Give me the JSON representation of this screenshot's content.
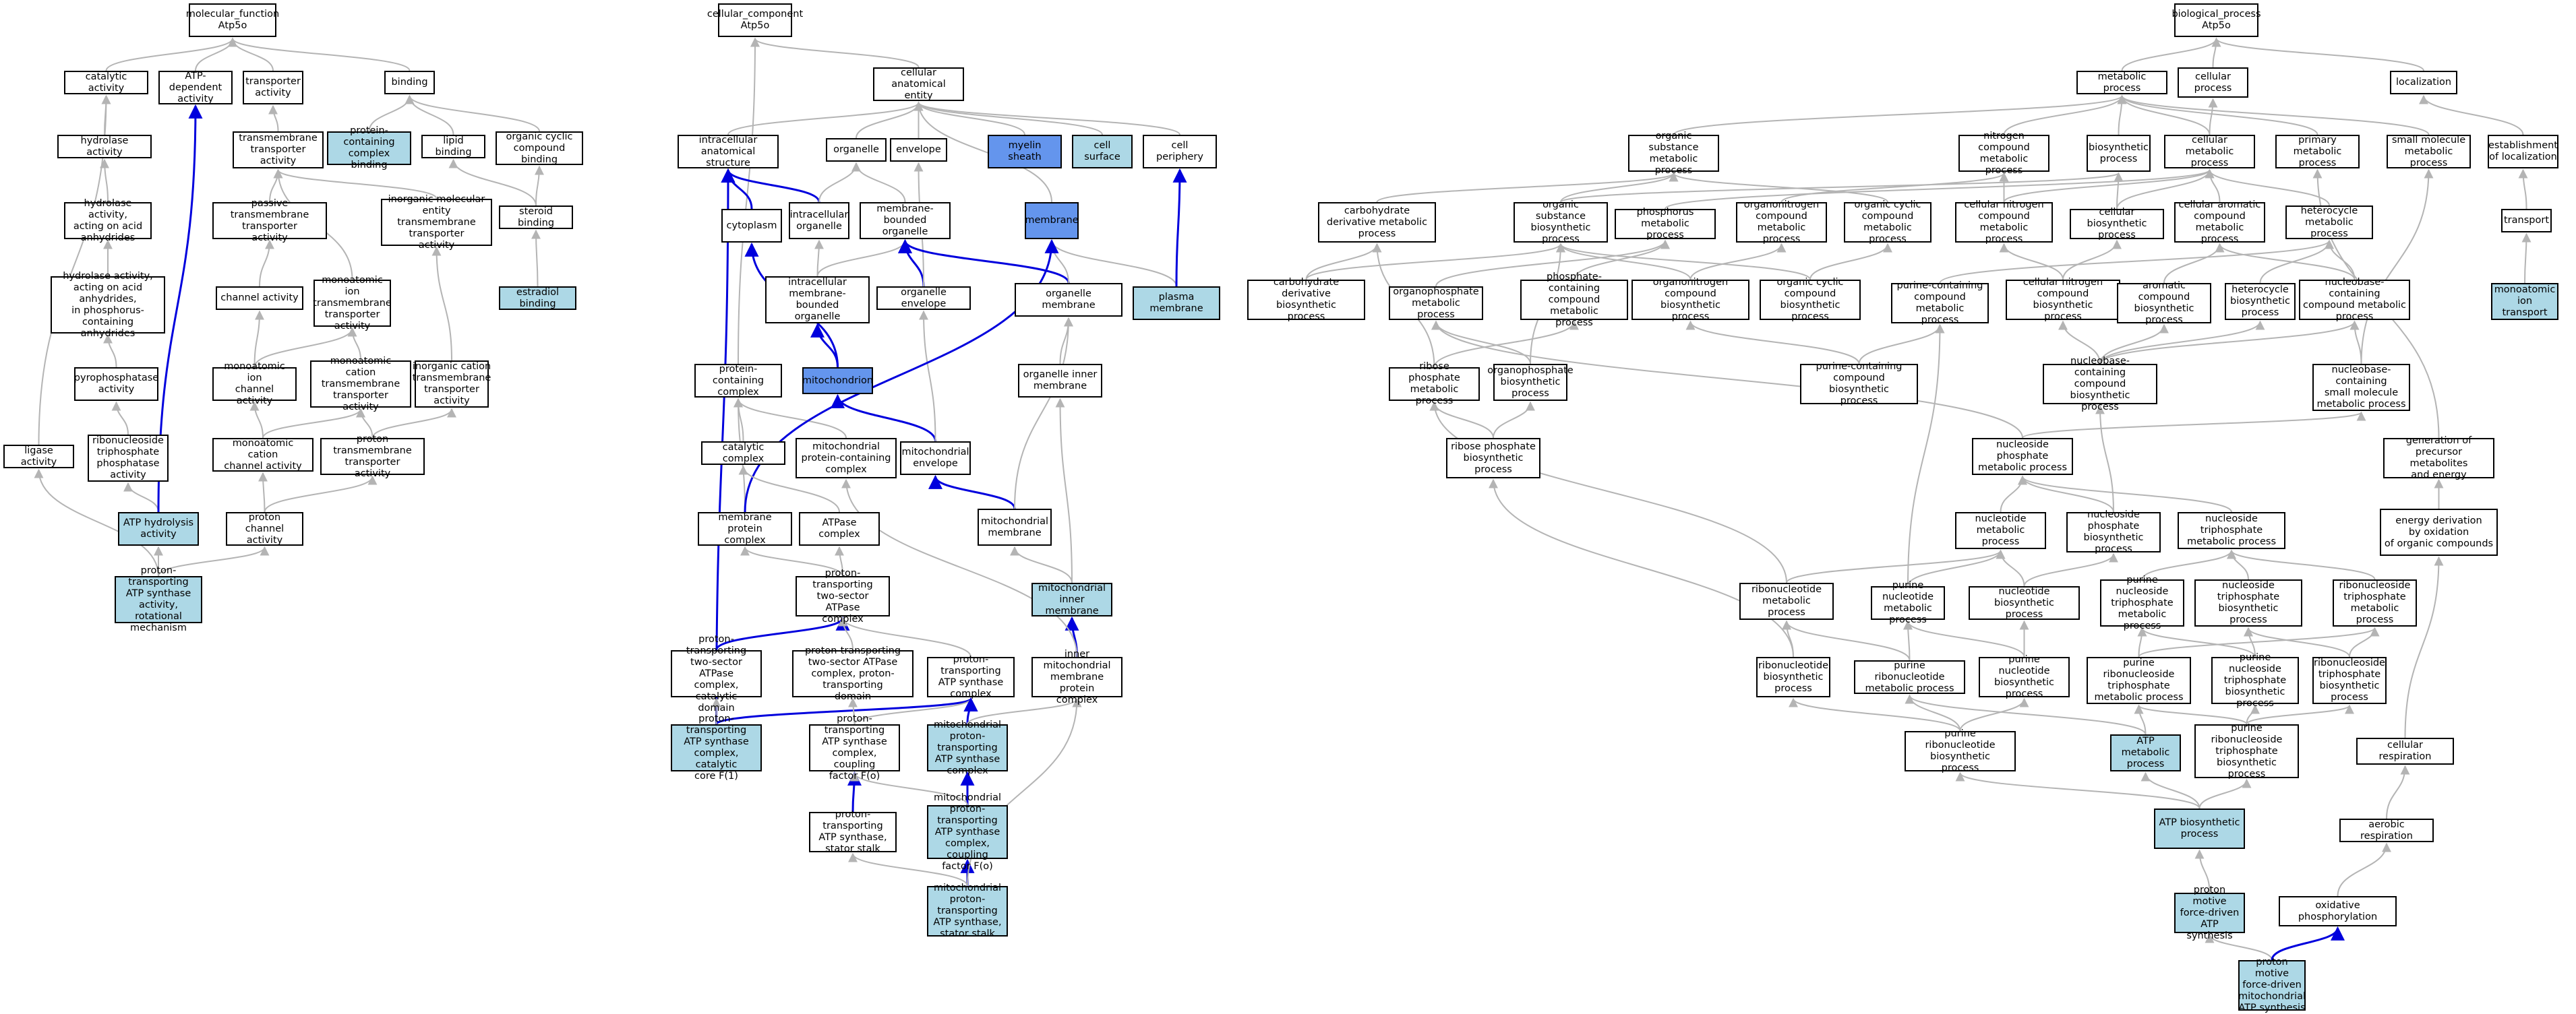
{
  "colors": {
    "default": "#ffffff",
    "annotated": "#add8e6",
    "focus": "#6495ed",
    "edge_normal": "#b4b4b4",
    "edge_highlight": "#0000dd"
  },
  "nodes": [
    {
      "id": "mf",
      "label": "molecular_function\nAtp5o",
      "fill": "default"
    },
    {
      "id": "cat",
      "label": "catalytic activity",
      "fill": "default"
    },
    {
      "id": "atpdep",
      "label": "ATP-dependent\nactivity",
      "fill": "default"
    },
    {
      "id": "trans",
      "label": "transporter\nactivity",
      "fill": "default"
    },
    {
      "id": "binding",
      "label": "binding",
      "fill": "default"
    },
    {
      "id": "hydro",
      "label": "hydrolase activity",
      "fill": "default"
    },
    {
      "id": "tmt",
      "label": "transmembrane\ntransporter\nactivity",
      "fill": "default"
    },
    {
      "id": "pcb",
      "label": "protein-containing\ncomplex binding",
      "fill": "annotated"
    },
    {
      "id": "lipid",
      "label": "lipid binding",
      "fill": "default"
    },
    {
      "id": "ocyc",
      "label": "organic cyclic\ncompound binding",
      "fill": "default"
    },
    {
      "id": "hyacid",
      "label": "hydrolase activity,\nacting on acid\nanhydrides",
      "fill": "default"
    },
    {
      "id": "passive",
      "label": "passive transmembrane\ntransporter\nactivity",
      "fill": "default"
    },
    {
      "id": "inorgmol",
      "label": "inorganic molecular\nentity transmembrane\ntransporter\nactivity",
      "fill": "default"
    },
    {
      "id": "steroid",
      "label": "steroid binding",
      "fill": "default"
    },
    {
      "id": "hyphos",
      "label": "hydrolase activity,\nacting on acid\nanhydrides,\nin phosphorus-containing\nanhydrides",
      "fill": "default"
    },
    {
      "id": "channel",
      "label": "channel activity",
      "fill": "default"
    },
    {
      "id": "monoion",
      "label": "monoatomic ion\ntransmembrane\ntransporter\nactivity",
      "fill": "default"
    },
    {
      "id": "estradiol",
      "label": "estradiol binding",
      "fill": "annotated"
    },
    {
      "id": "pyro",
      "label": "pyrophosphatase\nactivity",
      "fill": "default"
    },
    {
      "id": "monoionch",
      "label": "monoatomic ion\nchannel activity",
      "fill": "default"
    },
    {
      "id": "monocat",
      "label": "monoatomic cation\ntransmembrane\ntransporter\nactivity",
      "fill": "default"
    },
    {
      "id": "inorgcat",
      "label": "inorganic cation\ntransmembrane\ntransporter\nactivity",
      "fill": "default"
    },
    {
      "id": "ligase",
      "label": "ligase activity",
      "fill": "default"
    },
    {
      "id": "rntp",
      "label": "ribonucleoside\ntriphosphate\nphosphatase\nactivity",
      "fill": "default"
    },
    {
      "id": "monocatch",
      "label": "monoatomic cation\nchannel activity",
      "fill": "default"
    },
    {
      "id": "protontmt",
      "label": "proton transmembrane\ntransporter\nactivity",
      "fill": "default"
    },
    {
      "id": "atphyd",
      "label": "ATP hydrolysis\nactivity",
      "fill": "annotated"
    },
    {
      "id": "protonch",
      "label": "proton channel\nactivity",
      "fill": "default"
    },
    {
      "id": "ptrot",
      "label": "proton-transporting\nATP synthase\nactivity, rotational\nmechanism",
      "fill": "annotated"
    },
    {
      "id": "cc",
      "label": "cellular_component\nAtp5o",
      "fill": "default"
    },
    {
      "id": "cae",
      "label": "cellular anatomical\nentity",
      "fill": "default"
    },
    {
      "id": "ias",
      "label": "intracellular\nanatomical structure",
      "fill": "default"
    },
    {
      "id": "organelle",
      "label": "organelle",
      "fill": "default"
    },
    {
      "id": "envelope",
      "label": "envelope",
      "fill": "default"
    },
    {
      "id": "myelin",
      "label": "myelin sheath",
      "fill": "focus"
    },
    {
      "id": "cellsurf",
      "label": "cell surface",
      "fill": "annotated"
    },
    {
      "id": "cellper",
      "label": "cell periphery",
      "fill": "default"
    },
    {
      "id": "cytoplasm",
      "label": "cytoplasm",
      "fill": "default"
    },
    {
      "id": "intraorg",
      "label": "intracellular\norganelle",
      "fill": "default"
    },
    {
      "id": "mbo",
      "label": "membrane-bounded\norganelle",
      "fill": "default"
    },
    {
      "id": "membrane",
      "label": "membrane",
      "fill": "focus"
    },
    {
      "id": "imbo",
      "label": "intracellular\nmembrane-bounded\norganelle",
      "fill": "default"
    },
    {
      "id": "orgenv",
      "label": "organelle envelope",
      "fill": "default"
    },
    {
      "id": "orgmem",
      "label": "organelle membrane",
      "fill": "default"
    },
    {
      "id": "plasmamem",
      "label": "plasma membrane",
      "fill": "annotated"
    },
    {
      "id": "pcc",
      "label": "protein-containing\ncomplex",
      "fill": "default"
    },
    {
      "id": "mito",
      "label": "mitochondrion",
      "fill": "focus"
    },
    {
      "id": "orginner",
      "label": "organelle inner\nmembrane",
      "fill": "default"
    },
    {
      "id": "catcomplex",
      "label": "catalytic complex",
      "fill": "default"
    },
    {
      "id": "mitopcc",
      "label": "mitochondrial\nprotein-containing\ncomplex",
      "fill": "default"
    },
    {
      "id": "mitoenv",
      "label": "mitochondrial\nenvelope",
      "fill": "default"
    },
    {
      "id": "mpc",
      "label": "membrane protein\ncomplex",
      "fill": "default"
    },
    {
      "id": "atpase",
      "label": "ATPase complex",
      "fill": "default"
    },
    {
      "id": "mitomem",
      "label": "mitochondrial\nmembrane",
      "fill": "default"
    },
    {
      "id": "mitoinner",
      "label": "mitochondrial\ninner membrane",
      "fill": "annotated"
    },
    {
      "id": "pt2s",
      "label": "proton-transporting\ntwo-sector ATPase\ncomplex",
      "fill": "default"
    },
    {
      "id": "pt2scat",
      "label": "proton-transporting\ntwo-sector ATPase\ncomplex, catalytic\ndomain",
      "fill": "default"
    },
    {
      "id": "pt2sprot",
      "label": "proton-transporting\ntwo-sector ATPase\ncomplex, proton-transporting\ndomain",
      "fill": "default"
    },
    {
      "id": "ptasc",
      "label": "proton-transporting\nATP synthase\ncomplex",
      "fill": "default"
    },
    {
      "id": "innermitopc",
      "label": "inner mitochondrial\nmembrane protein\ncomplex",
      "fill": "default"
    },
    {
      "id": "ptcatcore",
      "label": "proton-transporting\nATP synthase\ncomplex, catalytic\ncore F(1)",
      "fill": "annotated"
    },
    {
      "id": "ptcoupling",
      "label": "proton-transporting\nATP synthase\ncomplex, coupling\nfactor F(o)",
      "fill": "default"
    },
    {
      "id": "mitoptasc",
      "label": "mitochondrial\nproton-transporting\nATP synthase\ncomplex",
      "fill": "annotated"
    },
    {
      "id": "ptstator",
      "label": "proton-transporting\nATP synthase,\nstator stalk",
      "fill": "default"
    },
    {
      "id": "mitocoupling",
      "label": "mitochondrial\nproton-transporting\nATP synthase\ncomplex, coupling\nfactor F(o)",
      "fill": "annotated"
    },
    {
      "id": "mitostator",
      "label": "mitochondrial\nproton-transporting\nATP synthase,\nstator stalk",
      "fill": "annotated"
    },
    {
      "id": "bp",
      "label": "biological_process\nAtp5o",
      "fill": "default"
    },
    {
      "id": "metab",
      "label": "metabolic process",
      "fill": "default"
    },
    {
      "id": "cellproc",
      "label": "cellular process",
      "fill": "default"
    },
    {
      "id": "local",
      "label": "localization",
      "fill": "default"
    },
    {
      "id": "osmp",
      "label": "organic substance\nmetabolic process",
      "fill": "default"
    },
    {
      "id": "ncmp",
      "label": "nitrogen compound\nmetabolic process",
      "fill": "default"
    },
    {
      "id": "biosyn",
      "label": "biosynthetic\nprocess",
      "fill": "default"
    },
    {
      "id": "cellmet",
      "label": "cellular metabolic\nprocess",
      "fill": "default"
    },
    {
      "id": "primmet",
      "label": "primary metabolic\nprocess",
      "fill": "default"
    },
    {
      "id": "smallmol",
      "label": "small molecule\nmetabolic process",
      "fill": "default"
    },
    {
      "id": "estloc",
      "label": "establishment\nof localization",
      "fill": "default"
    },
    {
      "id": "carbder",
      "label": "carbohydrate\nderivative metabolic\nprocess",
      "fill": "default"
    },
    {
      "id": "osbp",
      "label": "organic substance\nbiosynthetic\nprocess",
      "fill": "default"
    },
    {
      "id": "phosmet",
      "label": "phosphorus metabolic\nprocess",
      "fill": "default"
    },
    {
      "id": "orgnitmet",
      "label": "organonitrogen\ncompound metabolic\nprocess",
      "fill": "default"
    },
    {
      "id": "ocycmet",
      "label": "organic cyclic\ncompound metabolic\nprocess",
      "fill": "default"
    },
    {
      "id": "cellnit",
      "label": "cellular nitrogen\ncompound metabolic\nprocess",
      "fill": "default"
    },
    {
      "id": "cellbio",
      "label": "cellular biosynthetic\nprocess",
      "fill": "default"
    },
    {
      "id": "cellarom",
      "label": "cellular aromatic\ncompound metabolic\nprocess",
      "fill": "default"
    },
    {
      "id": "hetmet",
      "label": "heterocycle\nmetabolic process",
      "fill": "default"
    },
    {
      "id": "transport",
      "label": "transport",
      "fill": "default"
    },
    {
      "id": "carbderbio",
      "label": "carbohydrate\nderivative biosynthetic\nprocess",
      "fill": "default"
    },
    {
      "id": "orgphosmet",
      "label": "organophosphate\nmetabolic process",
      "fill": "default"
    },
    {
      "id": "phoscont",
      "label": "phosphate-containing\ncompound metabolic\nprocess",
      "fill": "default"
    },
    {
      "id": "orgnitbio",
      "label": "organonitrogen\ncompound biosynthetic\nprocess",
      "fill": "default"
    },
    {
      "id": "ocycbio",
      "label": "organic cyclic\ncompound biosynthetic\nprocess",
      "fill": "default"
    },
    {
      "id": "purcont",
      "label": "purine-containing\ncompound metabolic\nprocess",
      "fill": "default"
    },
    {
      "id": "cellnitbio",
      "label": "cellular nitrogen\ncompound biosynthetic\nprocess",
      "fill": "default"
    },
    {
      "id": "arombio",
      "label": "aromatic compound\nbiosynthetic\nprocess",
      "fill": "default"
    },
    {
      "id": "hetbio",
      "label": "heterocycle\nbiosynthetic\nprocess",
      "fill": "default"
    },
    {
      "id": "nbcont",
      "label": "nucleobase-containing\ncompound metabolic\nprocess",
      "fill": "default"
    },
    {
      "id": "monoiontr",
      "label": "monoatomic ion\ntransport",
      "fill": "annotated"
    },
    {
      "id": "ribphosmet",
      "label": "ribose phosphate\nmetabolic process",
      "fill": "default"
    },
    {
      "id": "orgphosbio",
      "label": "organophosphate\nbiosynthetic\nprocess",
      "fill": "default"
    },
    {
      "id": "purcontbio",
      "label": "purine-containing\ncompound biosynthetic\nprocess",
      "fill": "default"
    },
    {
      "id": "nbcontbio",
      "label": "nucleobase-containing\ncompound biosynthetic\nprocess",
      "fill": "default"
    },
    {
      "id": "nbsmall",
      "label": "nucleobase-containing\nsmall molecule\nmetabolic process",
      "fill": "default"
    },
    {
      "id": "ribphosbio",
      "label": "ribose phosphate\nbiosynthetic\nprocess",
      "fill": "default"
    },
    {
      "id": "ntphosmet",
      "label": "nucleoside phosphate\nmetabolic process",
      "fill": "default"
    },
    {
      "id": "genprec",
      "label": "generation of\nprecursor metabolites\nand energy",
      "fill": "default"
    },
    {
      "id": "ntmet",
      "label": "nucleotide metabolic\nprocess",
      "fill": "default"
    },
    {
      "id": "ntphosbio",
      "label": "nucleoside phosphate\nbiosynthetic\nprocess",
      "fill": "default"
    },
    {
      "id": "ntpmet",
      "label": "nucleoside triphosphate\nmetabolic process",
      "fill": "default"
    },
    {
      "id": "energy",
      "label": "energy derivation\nby oxidation\nof organic compounds",
      "fill": "default"
    },
    {
      "id": "ribonmet",
      "label": "ribonucleotide\nmetabolic process",
      "fill": "default"
    },
    {
      "id": "purnmet",
      "label": "purine nucleotide\nmetabolic process",
      "fill": "default"
    },
    {
      "id": "ntbio",
      "label": "nucleotide biosynthetic\nprocess",
      "fill": "default"
    },
    {
      "id": "purntpmet",
      "label": "purine nucleoside\ntriphosphate\nmetabolic process",
      "fill": "default"
    },
    {
      "id": "ntpbio",
      "label": "nucleoside triphosphate\nbiosynthetic\nprocess",
      "fill": "default"
    },
    {
      "id": "rntpmet",
      "label": "ribonucleoside\ntriphosphate\nmetabolic process",
      "fill": "default"
    },
    {
      "id": "ribonbio",
      "label": "ribonucleotide\nbiosynthetic\nprocess",
      "fill": "default"
    },
    {
      "id": "purribmet",
      "label": "purine ribonucleotide\nmetabolic process",
      "fill": "default"
    },
    {
      "id": "purnbio",
      "label": "purine nucleotide\nbiosynthetic\nprocess",
      "fill": "default"
    },
    {
      "id": "purrntpmet",
      "label": "purine ribonucleoside\ntriphosphate\nmetabolic process",
      "fill": "default"
    },
    {
      "id": "purntpbio",
      "label": "purine nucleoside\ntriphosphate\nbiosynthetic\nprocess",
      "fill": "default"
    },
    {
      "id": "rntpbio",
      "label": "ribonucleoside\ntriphosphate\nbiosynthetic\nprocess",
      "fill": "default"
    },
    {
      "id": "purribbio",
      "label": "purine ribonucleotide\nbiosynthetic\nprocess",
      "fill": "default"
    },
    {
      "id": "atpmet",
      "label": "ATP metabolic\nprocess",
      "fill": "annotated"
    },
    {
      "id": "purrntpbio",
      "label": "purine ribonucleoside\ntriphosphate\nbiosynthetic\nprocess",
      "fill": "default"
    },
    {
      "id": "cellresp",
      "label": "cellular respiration",
      "fill": "default"
    },
    {
      "id": "atpbio",
      "label": "ATP biosynthetic\nprocess",
      "fill": "annotated"
    },
    {
      "id": "aerobic",
      "label": "aerobic respiration",
      "fill": "default"
    },
    {
      "id": "pmfatp",
      "label": "proton motive\nforce-driven\nATP synthesis",
      "fill": "annotated"
    },
    {
      "id": "oxphos",
      "label": "oxidative phosphorylation",
      "fill": "default"
    },
    {
      "id": "pmfmito",
      "label": "proton motive\nforce-driven\nmitochondrial\nATP synthesis",
      "fill": "annotated"
    }
  ]
}
